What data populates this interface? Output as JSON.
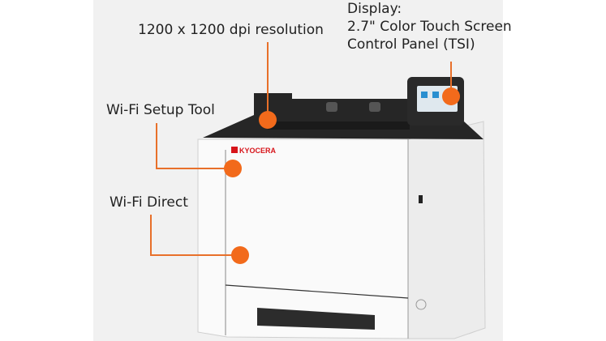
{
  "callouts": {
    "resolution": "1200 x 1200 dpi resolution",
    "display_line1": "Display:",
    "display_line2": "2.7\" Color Touch Screen",
    "display_line3": "Control Panel (TSI)",
    "wifi_setup": "Wi-Fi Setup Tool",
    "wifi_direct": "Wi-Fi Direct"
  },
  "brand": "KYOCERA",
  "colors": {
    "accent": "#f26a1b",
    "brand_red": "#d7141a"
  }
}
